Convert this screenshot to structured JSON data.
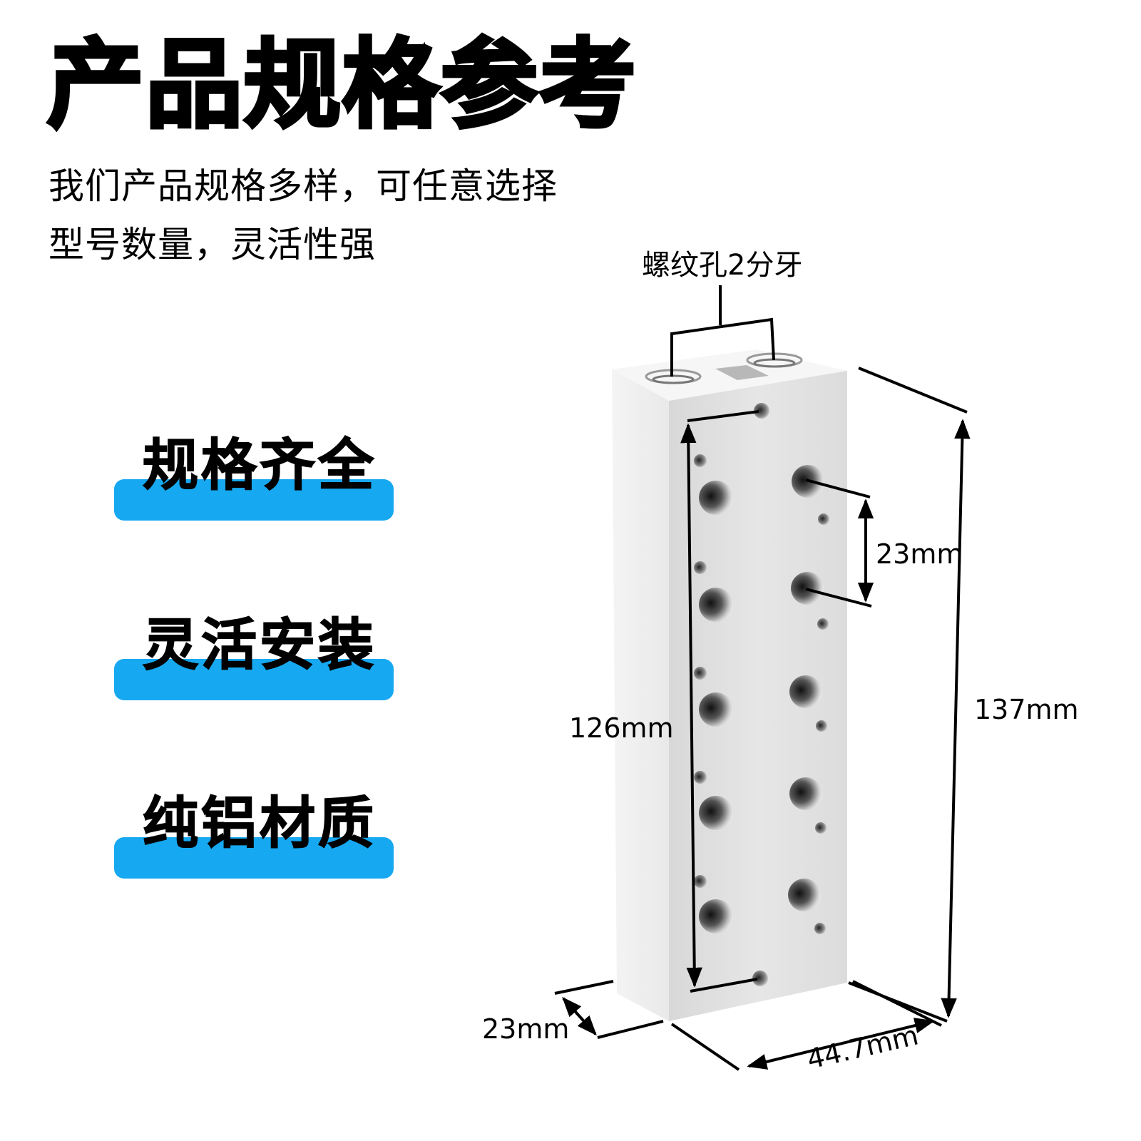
{
  "header": {
    "title": "产品规格参考",
    "subtitle_line1": "我们产品规格多样，可任意选择",
    "subtitle_line2": "型号数量，灵活性强"
  },
  "features": [
    {
      "label": "规格齐全"
    },
    {
      "label": "灵活安装"
    },
    {
      "label": "纯铝材质"
    }
  ],
  "diagram": {
    "thread_callout": "螺纹孔2分牙",
    "hole_pitch": "23mm",
    "hole_span": "126mm",
    "total_height": "137mm",
    "depth": "23mm",
    "width": "44.7mm"
  },
  "colors": {
    "accent_blue": "#16a8f0",
    "block_front": "#e2e2e2",
    "block_side": "#f0f0f0",
    "block_top": "#f7f7f7"
  }
}
